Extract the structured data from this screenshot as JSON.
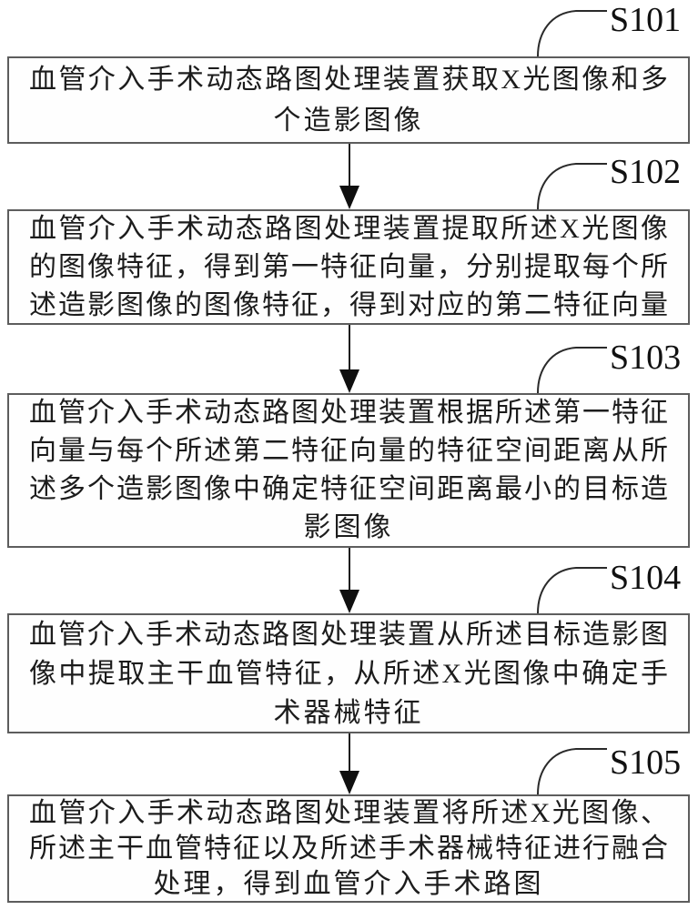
{
  "figure": {
    "type": "flowchart",
    "colors": {
      "background": "#ffffff",
      "box_border": "#5d5d5d",
      "text": "#1c1c1c",
      "connector": "#1e1e1e"
    },
    "steps": [
      {
        "id": "S101",
        "text": "血管介入手术动态路图处理装置获取X光图像和多个造影图像",
        "lines": [
          "血管介入手术动态路图处理装置获取X光图像和多",
          "个造影图像"
        ]
      },
      {
        "id": "S102",
        "text": "血管介入手术动态路图处理装置提取所述X光图像的图像特征，得到第一特征向量，分别提取每个所述造影图像的图像特征，得到对应的第二特征向量",
        "lines": [
          "血管介入手术动态路图处理装置提取所述X光图像",
          "的图像特征，得到第一特征向量，分别提取每个所",
          "述造影图像的图像特征，得到对应的第二特征向量"
        ]
      },
      {
        "id": "S103",
        "text": "血管介入手术动态路图处理装置根据所述第一特征向量与每个所述第二特征向量的特征空间距离从所述多个造影图像中确定特征空间距离最小的目标造影图像",
        "lines": [
          "血管介入手术动态路图处理装置根据所述第一特征",
          "向量与每个所述第二特征向量的特征空间距离从所",
          "述多个造影图像中确定特征空间距离最小的目标造",
          "影图像"
        ]
      },
      {
        "id": "S104",
        "text": "血管介入手术动态路图处理装置从所述目标造影图像中提取主干血管特征，从所述X光图像中确定手术器械特征",
        "lines": [
          "血管介入手术动态路图处理装置从所述目标造影图",
          "像中提取主干血管特征，从所述X光图像中确定手",
          "术器械特征"
        ]
      },
      {
        "id": "S105",
        "text": "血管介入手术动态路图处理装置将所述X光图像、所述主干血管特征以及所述手术器械特征进行融合处理，得到血管介入手术路图",
        "lines": [
          "血管介入手术动态路图处理装置将所述X光图像、",
          "所述主干血管特征以及所述手术器械特征进行融合",
          "处理，得到血管介入手术路图"
        ]
      }
    ]
  }
}
